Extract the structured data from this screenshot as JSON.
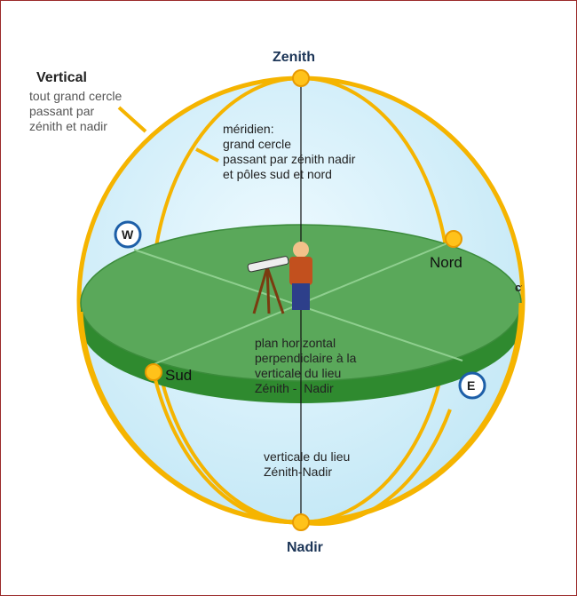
{
  "labels": {
    "zenith": "Zenith",
    "nadir": "Nadir",
    "vertical_title": "Vertical",
    "vertical_desc": [
      "tout grand cercle",
      "passant par",
      "zénith et nadir"
    ],
    "meridien": [
      "méridien:",
      "grand cercle",
      "passant par zénith nadir",
      "et pôles sud et nord"
    ],
    "plan": [
      "plan horizontal",
      "perpendiclaire à la",
      "verticale du lieu",
      "Zénith -  Nadir"
    ],
    "verticale": [
      "verticale du lieu",
      "Zénith-Nadir"
    ],
    "nord": "Nord",
    "sud": "Sud",
    "west": "W",
    "east": "E",
    "fragment": "ct"
  },
  "colors": {
    "ring": "#f5b400",
    "disc": "#5aa85a",
    "disc_side": "#2f8a2f",
    "sphere": "#d6f0fa",
    "border": "#9b2a2a"
  }
}
